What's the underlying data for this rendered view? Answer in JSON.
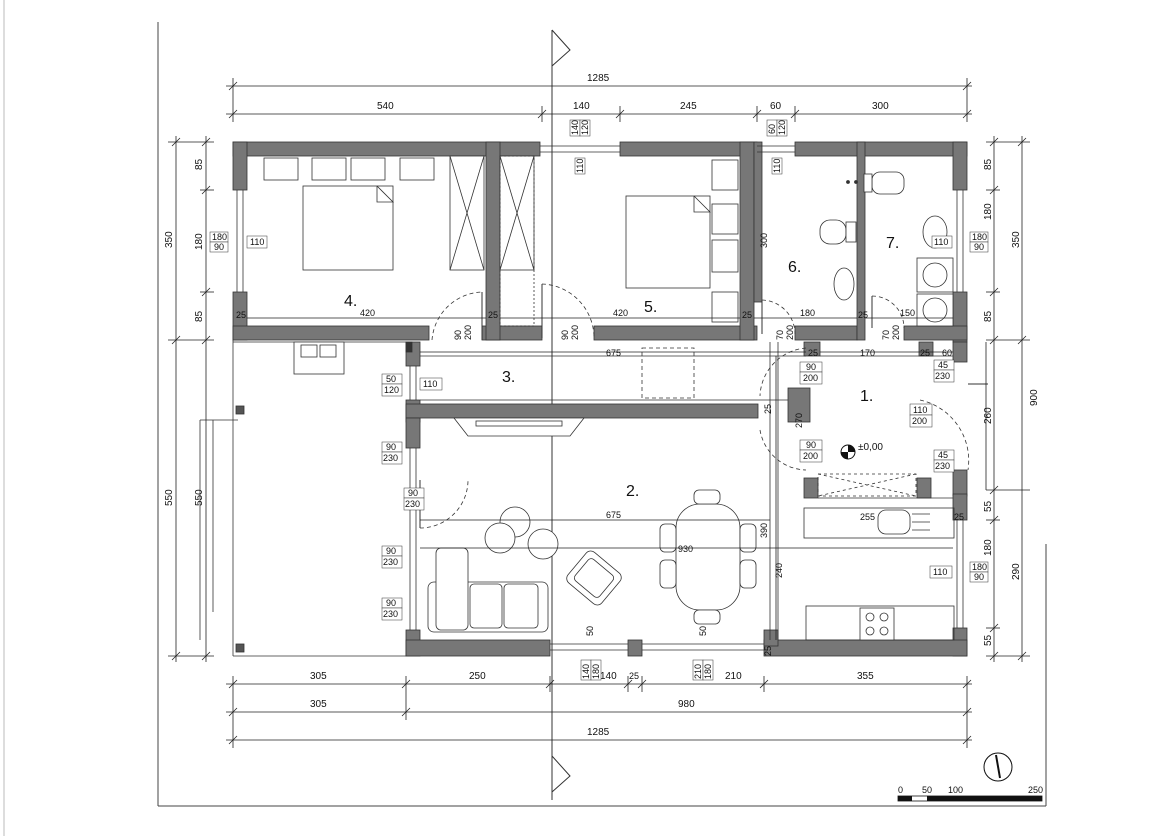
{
  "plan": {
    "rooms": [
      {
        "id": "1",
        "label": "1."
      },
      {
        "id": "2",
        "label": "2."
      },
      {
        "id": "3",
        "label": "3."
      },
      {
        "id": "4",
        "label": "4."
      },
      {
        "id": "5",
        "label": "5."
      },
      {
        "id": "6",
        "label": "6."
      },
      {
        "id": "7",
        "label": "7."
      }
    ],
    "level_mark": "±0,00",
    "top_dims": {
      "overall": "1285",
      "seg1": "540",
      "seg2": "140",
      "seg3": "245",
      "seg4": "60",
      "seg5": "300"
    },
    "bottom_dims": {
      "row1": [
        "305",
        "250",
        "140",
        "25",
        "210",
        "355"
      ],
      "row2": [
        "305",
        "980"
      ],
      "row3": "1285"
    },
    "left_dims": {
      "outer": [
        "350",
        "550"
      ],
      "inner": [
        "85",
        "180",
        "85",
        "550"
      ]
    },
    "right_dims": {
      "inner": [
        "85",
        "180",
        "85",
        "260",
        "55",
        "180",
        "290",
        "55"
      ],
      "outer": [
        "350",
        "900"
      ]
    },
    "interior_dims": {
      "r4_width": "420",
      "r5_width": "420",
      "r3_length": "675",
      "r2_length": "675",
      "r2_total": "930",
      "r6_width": "180",
      "r7_width": "150",
      "r1_width": "170",
      "r1_height": "270",
      "r6_height": "300",
      "r2_height": "390",
      "r2_h2": "240",
      "wall_25": "25",
      "wall_60": "60",
      "kitchen_255": "255",
      "d50": "50"
    },
    "openings": [
      {
        "top": "140",
        "bot": "120"
      },
      {
        "top": "110",
        "bot": ""
      },
      {
        "top": "60",
        "bot": "120"
      },
      {
        "top": "110",
        "bot": ""
      },
      {
        "top": "180",
        "bot": "90"
      },
      {
        "top": "110",
        "bot": ""
      },
      {
        "top": "90",
        "bot": "200"
      },
      {
        "top": "90",
        "bot": "200"
      },
      {
        "top": "70",
        "bot": "200"
      },
      {
        "top": "70",
        "bot": "200"
      },
      {
        "top": "90",
        "bot": "200"
      },
      {
        "top": "50",
        "bot": "120"
      },
      {
        "top": "110",
        "bot": ""
      },
      {
        "top": "90",
        "bot": "230"
      },
      {
        "top": "90",
        "bot": "230"
      },
      {
        "top": "90",
        "bot": "230"
      },
      {
        "top": "90",
        "bot": "230"
      },
      {
        "top": "110",
        "bot": "200"
      },
      {
        "top": "45",
        "bot": "230"
      },
      {
        "top": "45",
        "bot": "230"
      },
      {
        "top": "90",
        "bot": "200"
      },
      {
        "top": "110",
        "bot": ""
      },
      {
        "top": "180",
        "bot": "90"
      },
      {
        "top": "140",
        "bot": "180"
      },
      {
        "top": "210",
        "bot": "180"
      },
      {
        "top": "180",
        "bot": "90"
      }
    ],
    "scale_bar": [
      "0",
      "50",
      "100",
      "250"
    ]
  }
}
